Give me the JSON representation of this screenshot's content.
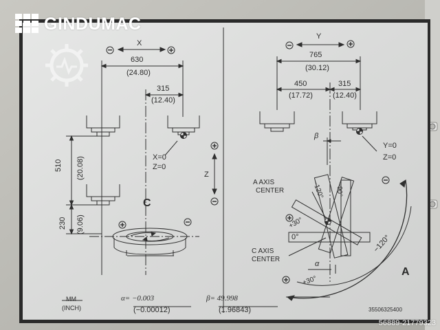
{
  "brand": {
    "name": "GINDUMAC",
    "watermark_id": "56889-21779323"
  },
  "left": {
    "x_axis": "X",
    "minus": "−",
    "plus": "+",
    "dim_630": "630",
    "dim_630_in": "(24.80)",
    "dim_315": "315",
    "dim_315_in": "(12.40)",
    "x0": "X=0",
    "z0": "Z=0",
    "dim_510": "510",
    "dim_510_in": "(20.08)",
    "dim_230": "230",
    "dim_230_in": "(9.06)",
    "z_axis": "Z",
    "c_label": "C"
  },
  "right": {
    "y_axis": "Y",
    "dim_765": "765",
    "dim_765_in": "(30.12)",
    "dim_450": "450",
    "dim_450_in": "(17.72)",
    "dim_315": "315",
    "dim_315_in": "(12.40)",
    "beta": "β",
    "y0": "Y=0",
    "z0": "Z=0",
    "a_center_1": "A AXIS",
    "a_center_2": "CENTER",
    "c_center_1": "C AXIS",
    "c_center_2": "CENTER",
    "plus30": "+30°",
    "zero_deg": "0°",
    "deg120": "−120°",
    "deg90": "−90°",
    "deg120b": "−120°",
    "plus30b": "+30°",
    "alpha": "α",
    "a_label": "A"
  },
  "footer": {
    "unit_mm": "MM",
    "unit_inch": "(INCH)",
    "alpha_eq": "α= −0.003",
    "alpha_in": "(−0.00012)",
    "beta_eq": "β= 49.998",
    "beta_in": "(1.96843)",
    "plate_no": "35506325400"
  }
}
